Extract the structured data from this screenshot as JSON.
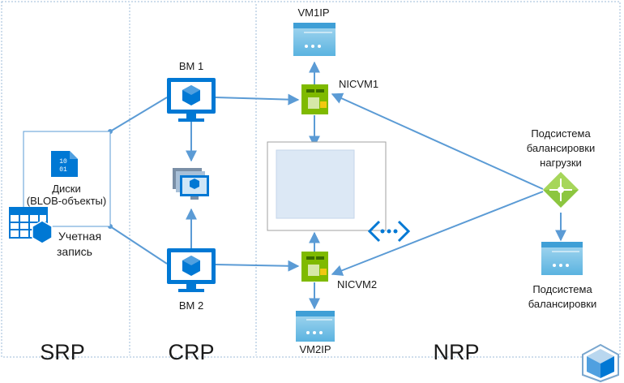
{
  "columns": {
    "srp": "SRP",
    "crp": "CRP",
    "nrp": "NRP"
  },
  "vm1": {
    "label": "ВМ 1"
  },
  "vm2": {
    "label": "ВМ 2"
  },
  "storage": {
    "disk_label_1": "Диски",
    "disk_label_2": "(BLOB-объекты)",
    "account_label_1": "Учетная",
    "account_label_2": "запись",
    "disk_icon_text_1": "10",
    "disk_icon_text_2": "01"
  },
  "network": {
    "vm1ip": "VM1IP",
    "vm2ip": "VM2IP",
    "nic1": "NICVM1",
    "nic2": "NICVM2"
  },
  "load_balancer": {
    "label_1": "Подсистема",
    "label_2": "балансировки",
    "label_3": "нагрузки"
  },
  "lb_frontend": {
    "label_1": "Подсистема",
    "label_2": "балансировки"
  },
  "colors": {
    "azure_blue": "#0078d4",
    "connector": "#5b9bd5",
    "dashed_border": "#9dbbd8",
    "nic_green": "#7fba00",
    "lb_green": "#8cc63f"
  }
}
